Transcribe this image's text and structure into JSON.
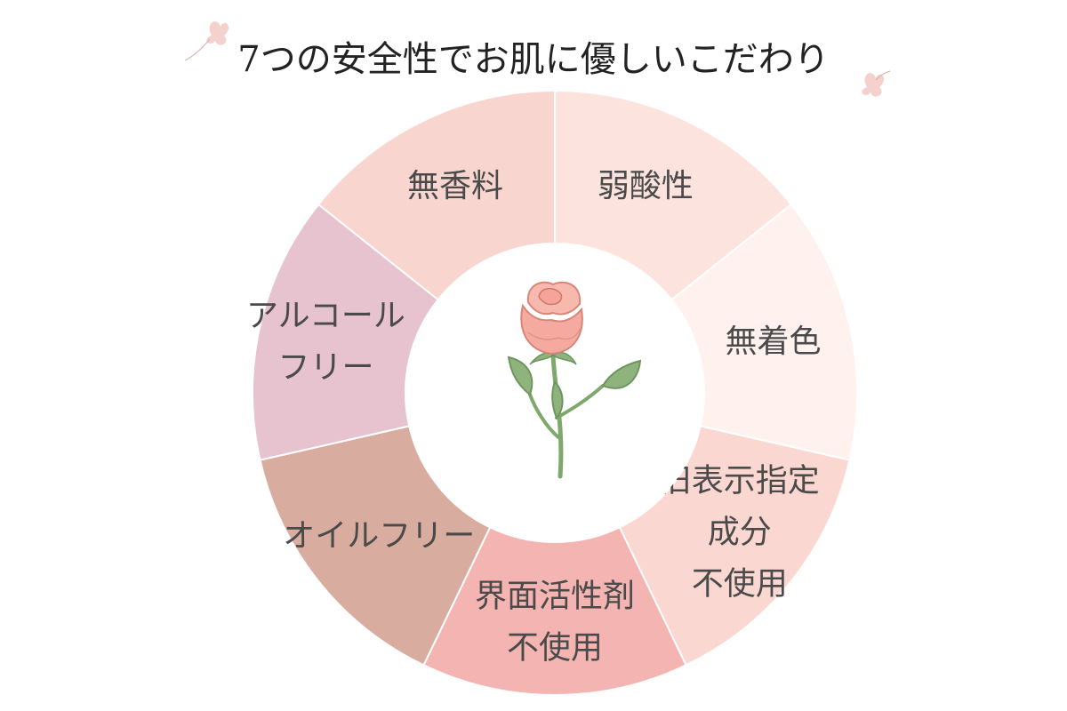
{
  "title": "7つの安全性でお肌に優しいこだわり",
  "center_icon": "rose-icon",
  "segments": [
    {
      "lines": [
        "弱酸性"
      ],
      "color": "#fde3de"
    },
    {
      "lines": [
        "無着色"
      ],
      "color": "#fef1ee"
    },
    {
      "lines": [
        "旧表示指定",
        "成分",
        "不使用"
      ],
      "color": "#fbd7d1"
    },
    {
      "lines": [
        "界面活性剤",
        "不使用"
      ],
      "color": "#f4b4b2"
    },
    {
      "lines": [
        "オイルフリー"
      ],
      "color": "#d9aca0"
    },
    {
      "lines": [
        "アルコール",
        "フリー"
      ],
      "color": "#e6c3cf"
    },
    {
      "lines": [
        "無香料"
      ],
      "color": "#f9d5cf"
    }
  ]
}
